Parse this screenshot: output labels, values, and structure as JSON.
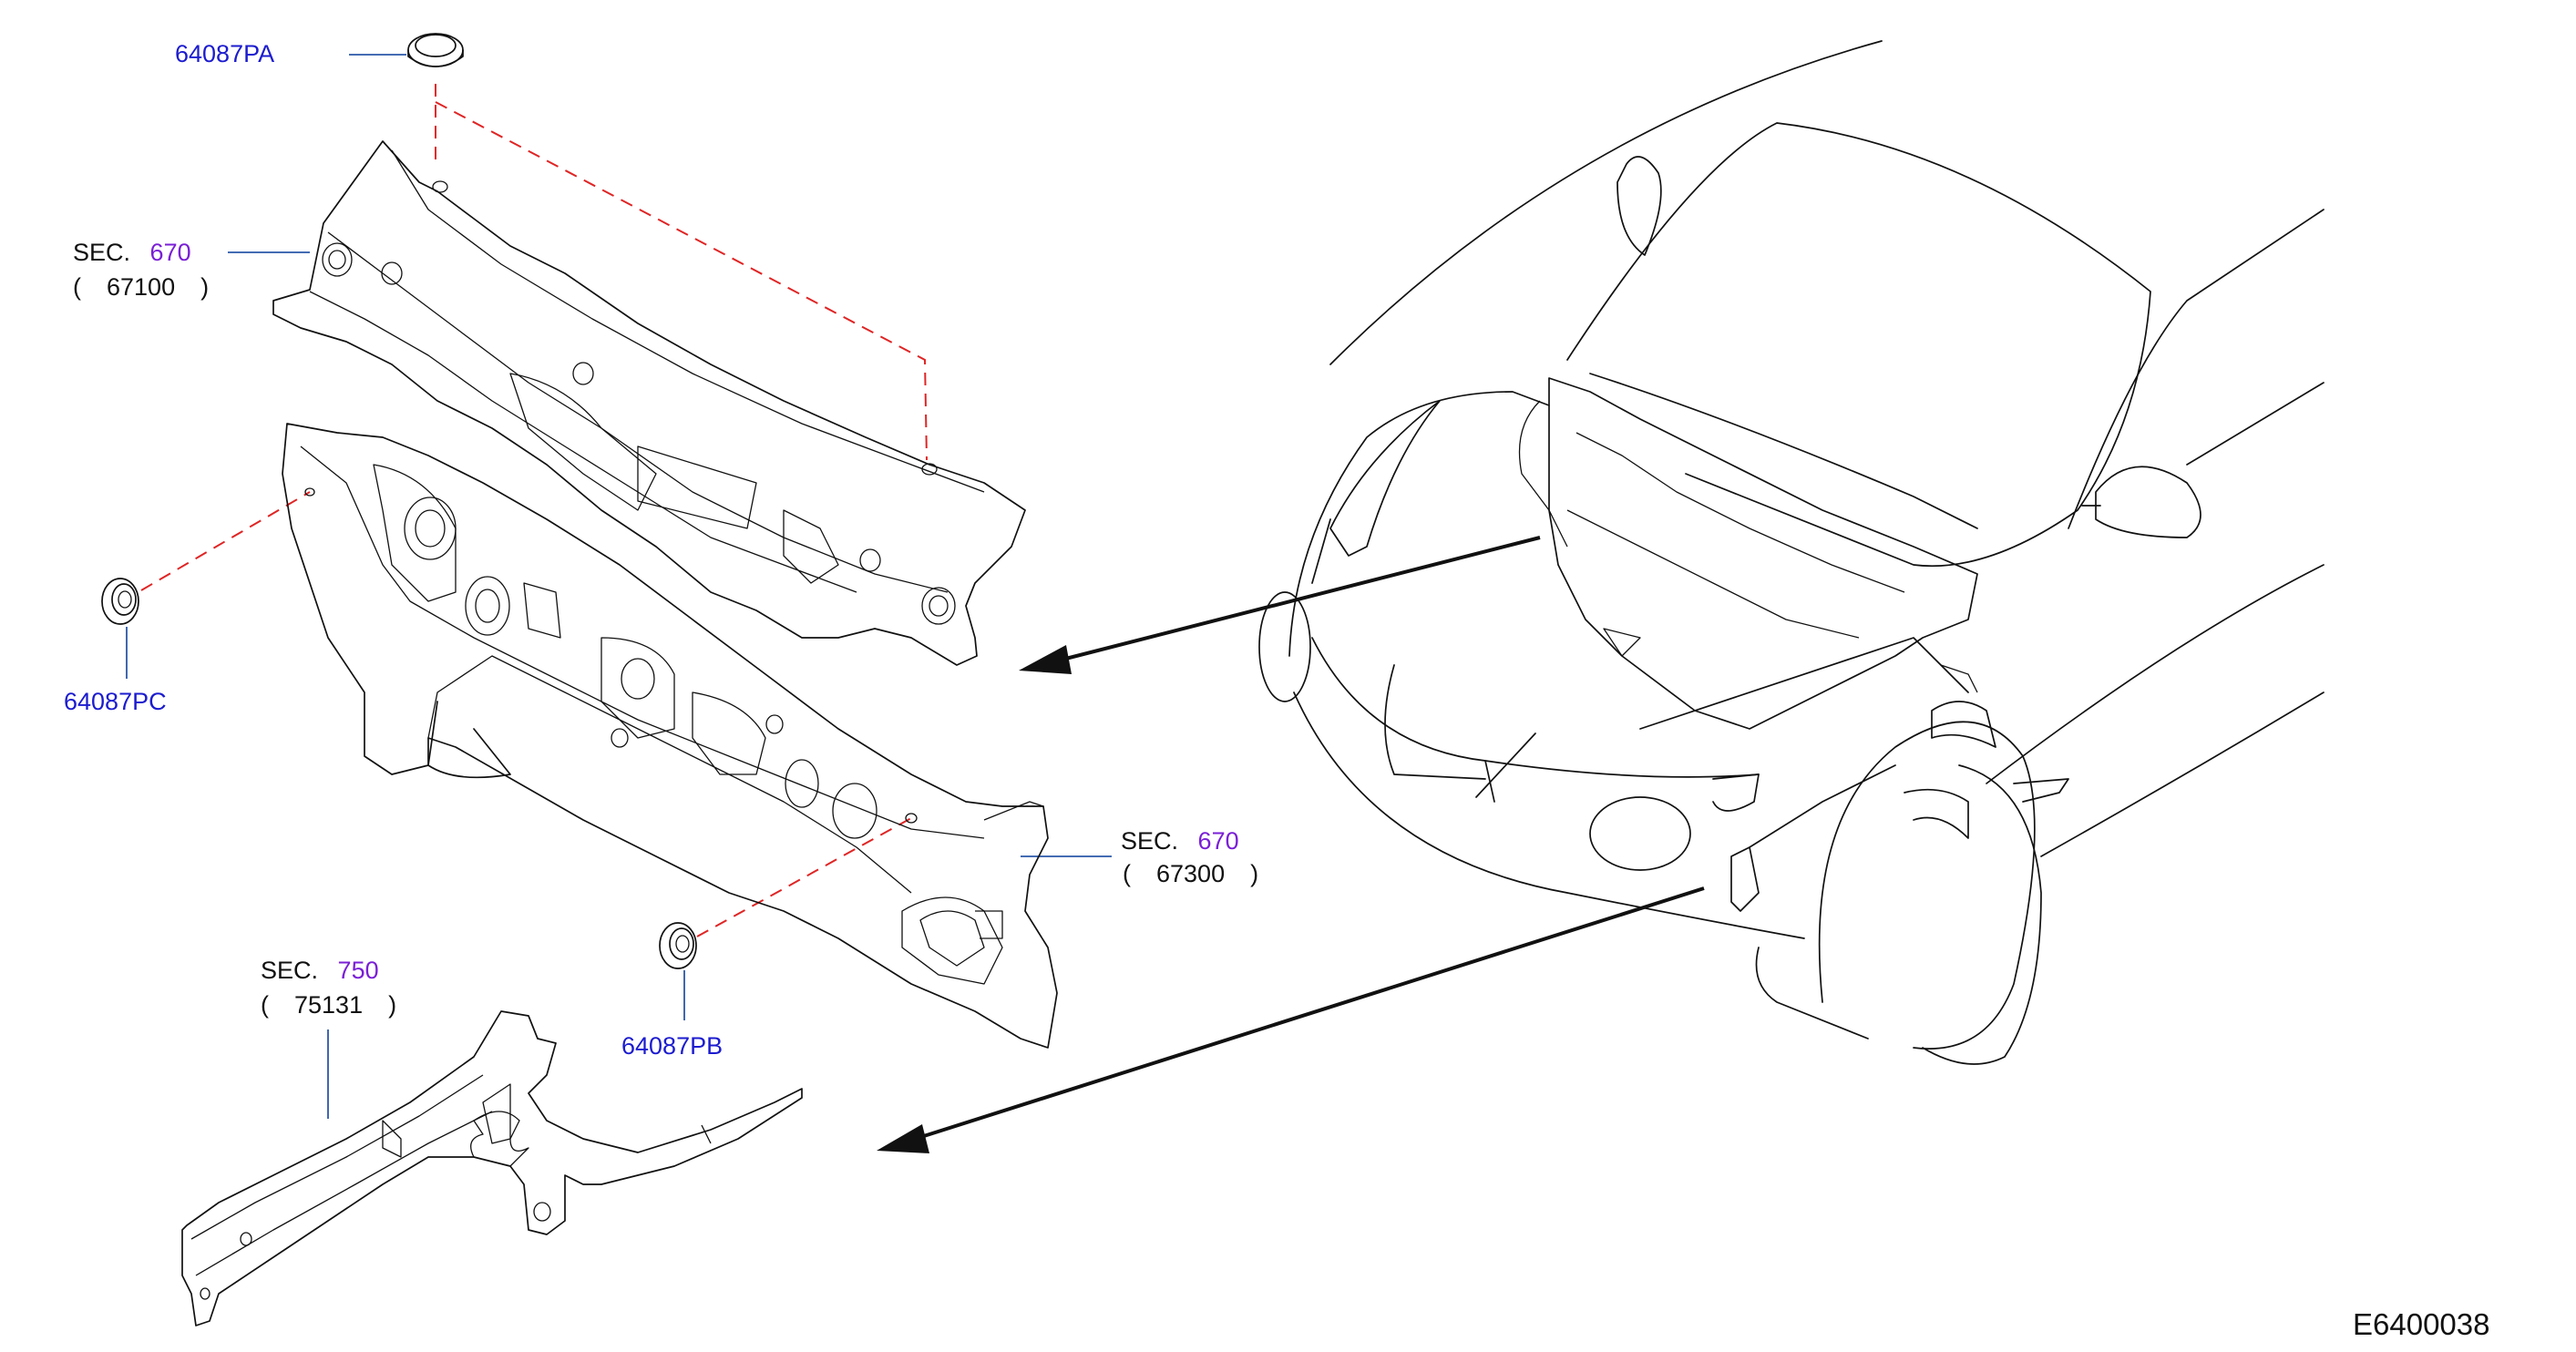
{
  "labels": {
    "grommet_top": "64087PA",
    "grommet_left": "64087PC",
    "grommet_bottom": "64087PB",
    "sec_prefix": "SEC.",
    "sec_cowl_top_num": "670",
    "sec_cowl_top_part": "67100",
    "sec_dash_num": "670",
    "sec_dash_part": "67300",
    "sec_member_num": "750",
    "sec_member_part": "75131",
    "diagram_code": "E6400038"
  },
  "colors": {
    "part_number": "#1c1ccf",
    "section_number": "#7a1fd6",
    "leader": "#2a57a8",
    "phantom_line": "#e02424",
    "outline": "#111111"
  }
}
